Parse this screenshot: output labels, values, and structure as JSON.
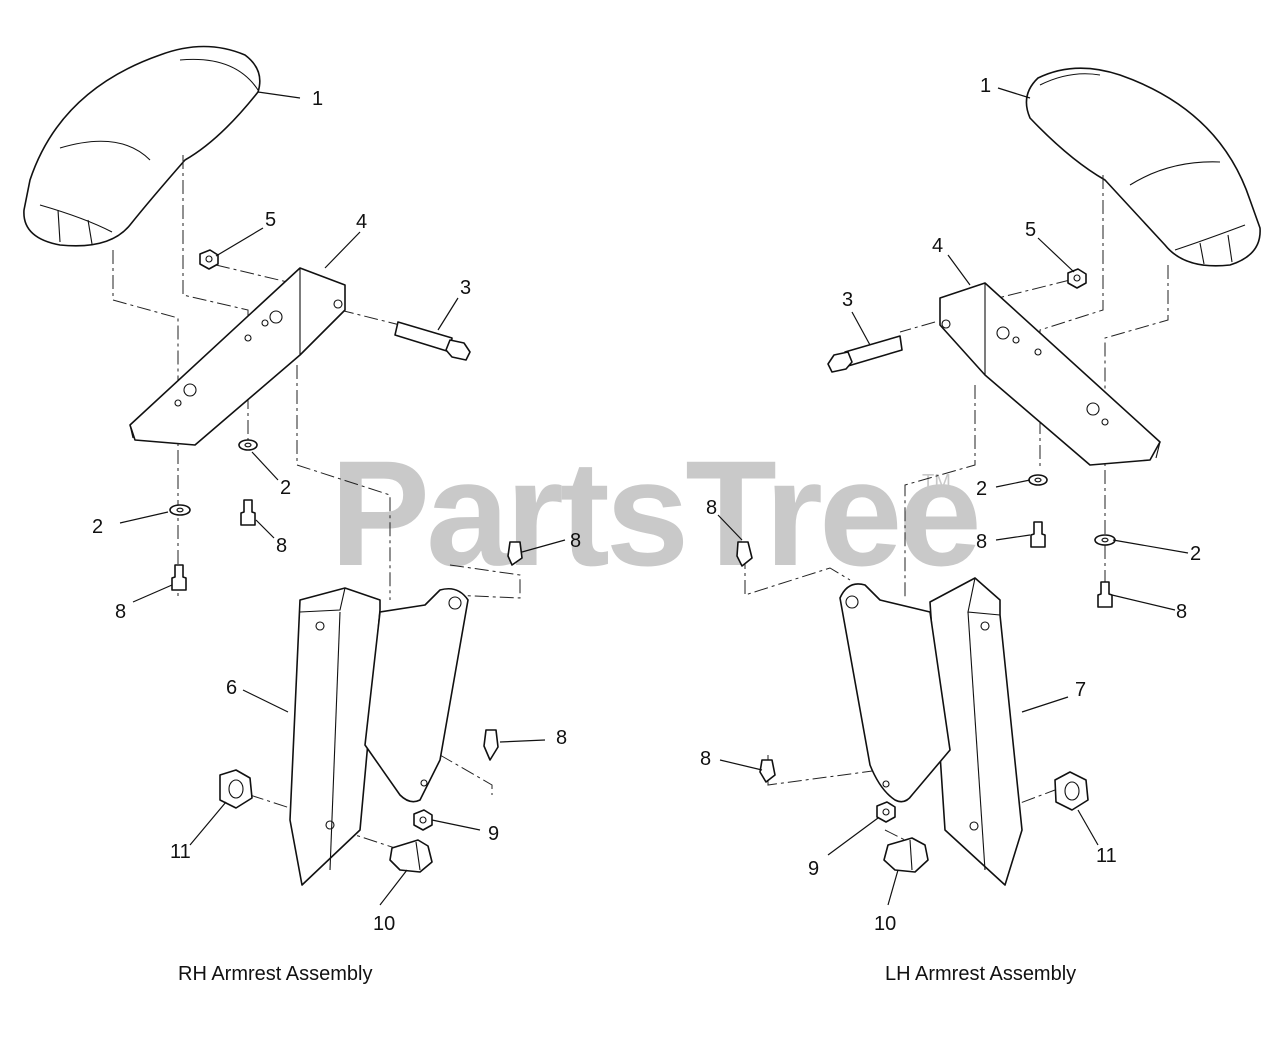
{
  "watermark": {
    "text": "PartsTree",
    "trademark": "TM"
  },
  "assemblies": [
    {
      "caption": "RH Armrest Assembly"
    },
    {
      "caption": "LH Armrest Assembly"
    }
  ],
  "callouts": {
    "rh": {
      "c1": "1",
      "c2a": "2",
      "c2b": "2",
      "c3": "3",
      "c4": "4",
      "c5": "5",
      "c6": "6",
      "c8a": "8",
      "c8b": "8",
      "c8c": "8",
      "c8d": "8",
      "c9": "9",
      "c10": "10",
      "c11": "11"
    },
    "lh": {
      "c1": "1",
      "c2a": "2",
      "c2b": "2",
      "c3": "3",
      "c4": "4",
      "c5": "5",
      "c7": "7",
      "c8a": "8",
      "c8b": "8",
      "c8c": "8",
      "c8d": "8",
      "c9": "9",
      "c10": "10",
      "c11": "11"
    }
  }
}
